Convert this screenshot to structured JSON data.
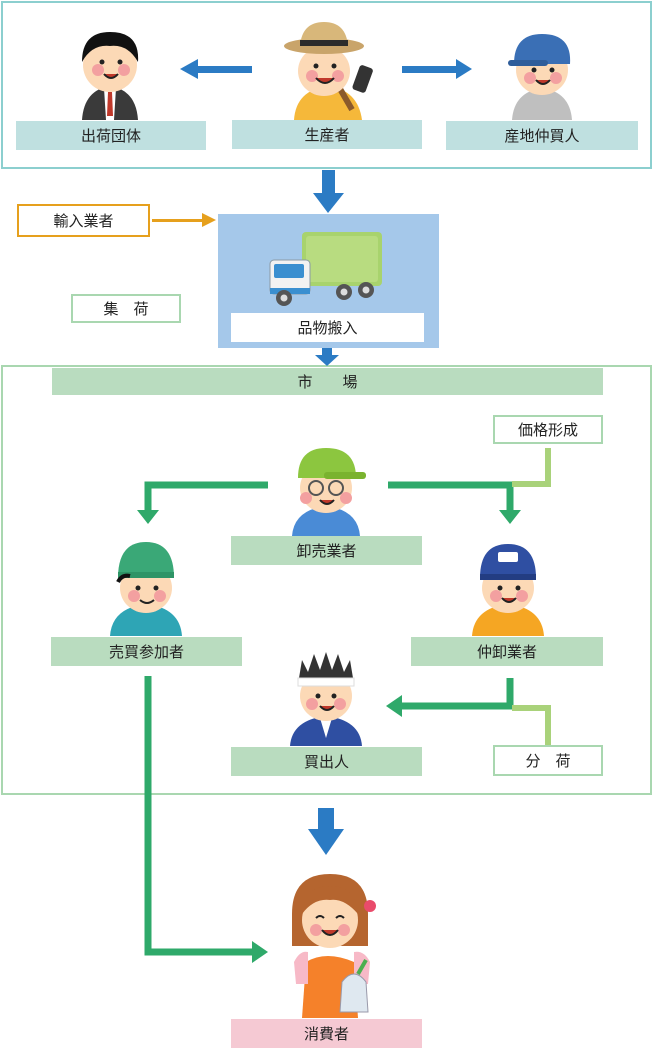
{
  "labels": {
    "shipper_org": "出荷団体",
    "producer": "生産者",
    "local_broker": "産地仲買人",
    "importer": "輸入業者",
    "collection": "集　荷",
    "goods_delivery": "品物搬入",
    "market": "市　　場",
    "price_formation": "価格形成",
    "wholesaler": "卸売業者",
    "trading_participant": "売買参加者",
    "intermediate_wholesaler": "仲卸業者",
    "buyer": "買出人",
    "distribution": "分　荷",
    "consumer": "消費者"
  },
  "colors": {
    "blue_arrow": "#2b7bc4",
    "green_arrow": "#2fa96a",
    "lightgreen_arrow": "#a9d27a",
    "orange_arrow": "#e6a01d",
    "teal_frame": "#8ccfcf",
    "green_frame": "#a9d7b0",
    "truck_bg": "#a5c8ea"
  }
}
